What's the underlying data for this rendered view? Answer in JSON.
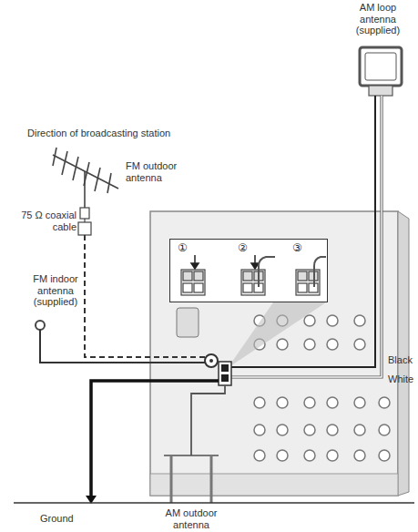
{
  "diagram": {
    "nodes": [
      {
        "text": [
          "①",
          "②",
          "③"
        ]
      }
    ],
    "labels": [
      "AM loop antenna (supplied)",
      "Direction of broadcasting station",
      "FM outdoor antenna",
      "75 Ω coaxial cable",
      "FM indoor antenna (supplied)",
      "Black",
      "White",
      "Ground",
      "AM outdoor antenna"
    ]
  }
}
